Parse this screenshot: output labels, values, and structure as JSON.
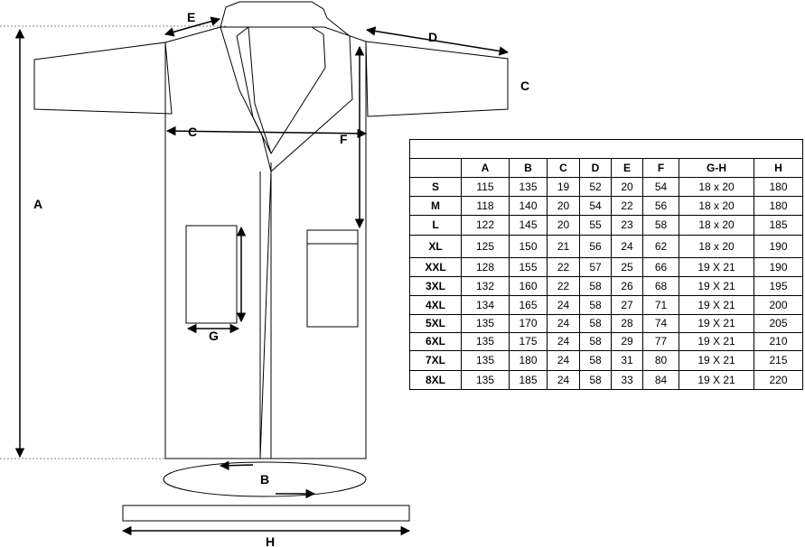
{
  "labels": {
    "a": "A",
    "b": "B",
    "c_sleeve": "C",
    "c_chest": "C",
    "d": "D",
    "e": "E",
    "f": "F",
    "g": "G",
    "h": "H"
  },
  "table": {
    "title": "",
    "headers": [
      "",
      "A",
      "B",
      "C",
      "D",
      "E",
      "F",
      "G-H",
      "H"
    ],
    "rows": [
      [
        "S",
        "115",
        "135",
        "19",
        "52",
        "20",
        "54",
        "18 x 20",
        "180"
      ],
      [
        "M",
        "118",
        "140",
        "20",
        "54",
        "22",
        "56",
        "18 x 20",
        "180"
      ],
      [
        "L",
        "122",
        "145",
        "20",
        "55",
        "23",
        "58",
        "18 x 20",
        "185"
      ],
      [
        "XL",
        "125",
        "150",
        "21",
        "56",
        "24",
        "62",
        "18 x 20",
        "190"
      ],
      [
        "XXL",
        "128",
        "155",
        "22",
        "57",
        "25",
        "66",
        "19 X 21",
        "190"
      ],
      [
        "3XL",
        "132",
        "160",
        "22",
        "58",
        "26",
        "68",
        "19 X 21",
        "195"
      ],
      [
        "4XL",
        "134",
        "165",
        "24",
        "58",
        "27",
        "71",
        "19 X 21",
        "200"
      ],
      [
        "5XL",
        "135",
        "170",
        "24",
        "58",
        "28",
        "74",
        "19 X 21",
        "205"
      ],
      [
        "6XL",
        "135",
        "175",
        "24",
        "58",
        "29",
        "77",
        "19 X 21",
        "210"
      ],
      [
        "7XL",
        "135",
        "180",
        "24",
        "58",
        "31",
        "80",
        "19 X 21",
        "215"
      ],
      [
        "8XL",
        "135",
        "185",
        "24",
        "58",
        "33",
        "84",
        "19 X 21",
        "220"
      ]
    ]
  }
}
